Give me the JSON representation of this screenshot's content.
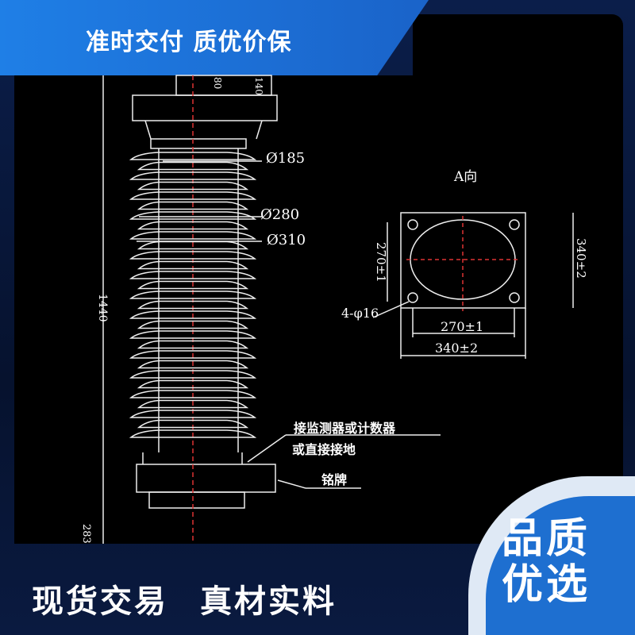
{
  "banner": {
    "slogan": "准时交付 质优价保"
  },
  "drawing": {
    "diameters": [
      "Ø185",
      "Ø280",
      "Ø310"
    ],
    "height_label": "1440",
    "bottom_label": "283",
    "view_label": "A向",
    "holes_label": "4-φ16",
    "dim_inner_h": "270±1",
    "dim_outer_h": "340±2",
    "dim_inner_v": "270±1",
    "dim_outer_v": "340±2",
    "note_line1": "接监测器或计数器",
    "note_line2": "或直接接地",
    "nameplate": "铭牌",
    "top_labels": [
      "80",
      "140"
    ]
  },
  "footer": {
    "left1": "现货交易",
    "left2": "真材实料"
  },
  "badge": {
    "line1": "品质",
    "line2": "优选"
  },
  "colors": {
    "accent": "#1e6fd0",
    "background": "#06122e"
  }
}
